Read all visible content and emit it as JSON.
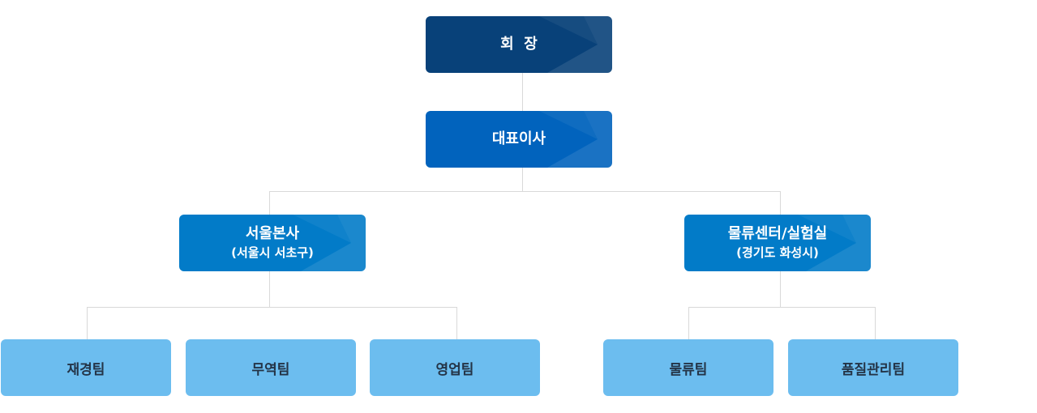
{
  "org": {
    "chairman": {
      "label": "회  장",
      "color": "#084179"
    },
    "ceo": {
      "label": "대표이사",
      "color": "#0163bd"
    },
    "seoul_hq": {
      "label": "서울본사",
      "sub": "(서울시 서초구)",
      "color": "#027bc8"
    },
    "logistics_center": {
      "label": "물류센터/실험실",
      "sub": "(경기도 화성시)",
      "color": "#027bc8"
    },
    "teams_color": "#6cbdef",
    "seoul_teams": [
      "재경팀",
      "무역팀",
      "영업팀"
    ],
    "logistics_teams": [
      "물류팀",
      "품질관리팀"
    ]
  }
}
